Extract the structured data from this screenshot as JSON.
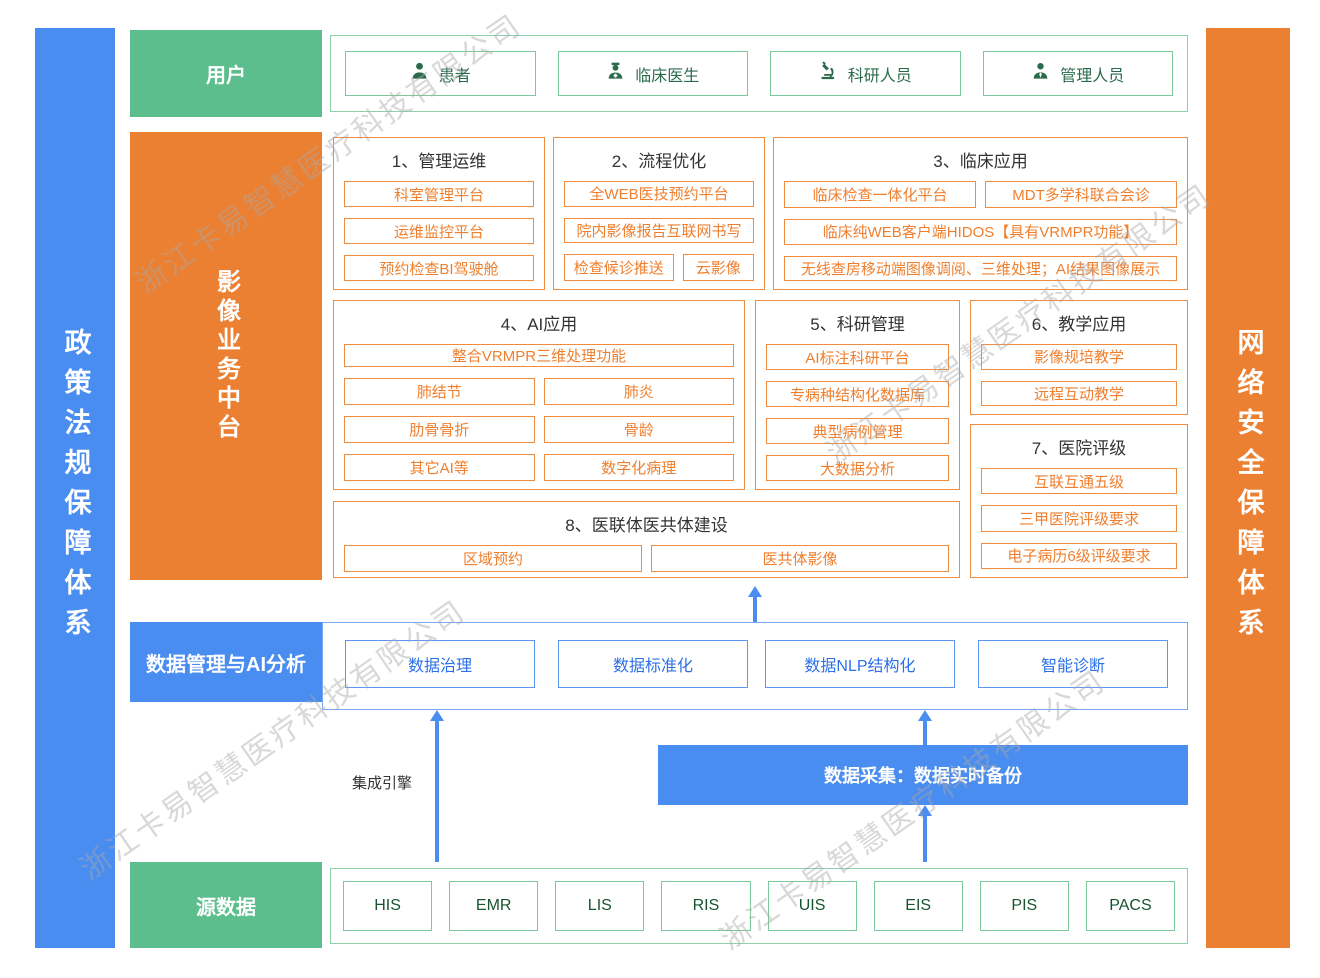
{
  "watermark": {
    "text": "浙江卡易智慧医疗科技有限公司"
  },
  "side_bars": {
    "left": {
      "label": "政策法规保障体系",
      "color": "#4A8DF0"
    },
    "right": {
      "label": "网络安全保障体系",
      "color": "#EC8032"
    }
  },
  "users_row": {
    "label": "用户",
    "items": [
      {
        "icon": "patient-icon",
        "label": "患者"
      },
      {
        "icon": "doctor-icon",
        "label": "临床医生"
      },
      {
        "icon": "researcher-icon",
        "label": "科研人员"
      },
      {
        "icon": "admin-icon",
        "label": "管理人员"
      }
    ]
  },
  "platform": {
    "label": "影像业务中台",
    "sections": [
      {
        "title": "1、管理运维",
        "items": [
          "科室管理平台",
          "运维监控平台",
          "预约检查BI驾驶舱"
        ]
      },
      {
        "title": "2、流程优化",
        "items": [
          "全WEB医技预约平台",
          "院内影像报告互联网书写",
          "检查候诊推送",
          "云影像"
        ]
      },
      {
        "title": "3、临床应用",
        "items": [
          "临床检查一体化平台",
          "MDT多学科联合会诊",
          "临床纯WEB客户端HIDOS【具有VRMPR功能】",
          "无线查房移动端图像调阅、三维处理；AI结果图像展示"
        ]
      },
      {
        "title": "4、AI应用",
        "items": [
          "整合VRMPR三维处理功能",
          "肺结节",
          "肺炎",
          "肋骨骨折",
          "骨龄",
          "其它AI等",
          "数字化病理"
        ]
      },
      {
        "title": "5、科研管理",
        "items": [
          "AI标注科研平台",
          "专病种结构化数据库",
          "典型病例管理",
          "大数据分析"
        ]
      },
      {
        "title": "6、教学应用",
        "items": [
          "影像规培教学",
          "远程互动教学"
        ]
      },
      {
        "title": "7、医院评级",
        "items": [
          "互联互通五级",
          "三甲医院评级要求",
          "电子病历6级评级要求"
        ]
      },
      {
        "title": "8、医联体医共体建设",
        "items": [
          "区域预约",
          "医共体影像"
        ]
      }
    ]
  },
  "data_mgmt": {
    "label": "数据管理与AI分析",
    "items": [
      "数据治理",
      "数据标准化",
      "数据NLP结构化",
      "智能诊断"
    ]
  },
  "integration": {
    "label": "集成引擎"
  },
  "data_collection": {
    "label": "数据采集：数据实时备份"
  },
  "source_data": {
    "label": "源数据",
    "systems": [
      "HIS",
      "EMR",
      "LIS",
      "RIS",
      "UIS",
      "EIS",
      "PIS",
      "PACS"
    ]
  },
  "colors": {
    "green": "#5CBE8C",
    "orange": "#EC8032",
    "blue": "#4A8DF0",
    "orange_item": "#F07F2D",
    "blue_item": "#2D71E8",
    "dark_green_text": "#17542F"
  }
}
